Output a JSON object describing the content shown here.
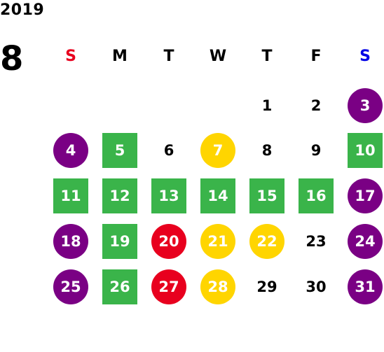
{
  "calendar": {
    "year": "2019",
    "month": "8",
    "weekdays": [
      {
        "label": "S",
        "color": "#e8001e"
      },
      {
        "label": "M",
        "color": "#000000"
      },
      {
        "label": "T",
        "color": "#000000"
      },
      {
        "label": "W",
        "color": "#000000"
      },
      {
        "label": "T",
        "color": "#000000"
      },
      {
        "label": "F",
        "color": "#000000"
      },
      {
        "label": "S",
        "color": "#0000e6"
      }
    ],
    "colors": {
      "purple": "#7a0084",
      "green": "#3ab44a",
      "yellow": "#ffd500",
      "red": "#e8001e"
    },
    "weeks": [
      [
        null,
        null,
        null,
        null,
        {
          "day": "1",
          "mark": "none"
        },
        {
          "day": "2",
          "mark": "none"
        },
        {
          "day": "3",
          "mark": "purple-circle"
        }
      ],
      [
        {
          "day": "4",
          "mark": "purple-circle"
        },
        {
          "day": "5",
          "mark": "green-square"
        },
        {
          "day": "6",
          "mark": "none"
        },
        {
          "day": "7",
          "mark": "yellow-circle"
        },
        {
          "day": "8",
          "mark": "none"
        },
        {
          "day": "9",
          "mark": "none"
        },
        {
          "day": "10",
          "mark": "green-square"
        }
      ],
      [
        {
          "day": "11",
          "mark": "green-square"
        },
        {
          "day": "12",
          "mark": "green-square"
        },
        {
          "day": "13",
          "mark": "green-square"
        },
        {
          "day": "14",
          "mark": "green-square"
        },
        {
          "day": "15",
          "mark": "green-square"
        },
        {
          "day": "16",
          "mark": "green-square"
        },
        {
          "day": "17",
          "mark": "purple-circle"
        }
      ],
      [
        {
          "day": "18",
          "mark": "purple-circle"
        },
        {
          "day": "19",
          "mark": "green-square"
        },
        {
          "day": "20",
          "mark": "red-circle"
        },
        {
          "day": "21",
          "mark": "yellow-circle"
        },
        {
          "day": "22",
          "mark": "yellow-circle"
        },
        {
          "day": "23",
          "mark": "none"
        },
        {
          "day": "24",
          "mark": "purple-circle"
        }
      ],
      [
        {
          "day": "25",
          "mark": "purple-circle"
        },
        {
          "day": "26",
          "mark": "green-square"
        },
        {
          "day": "27",
          "mark": "red-circle"
        },
        {
          "day": "28",
          "mark": "yellow-circle"
        },
        {
          "day": "29",
          "mark": "none"
        },
        {
          "day": "30",
          "mark": "none"
        },
        {
          "day": "31",
          "mark": "purple-circle"
        }
      ]
    ]
  }
}
